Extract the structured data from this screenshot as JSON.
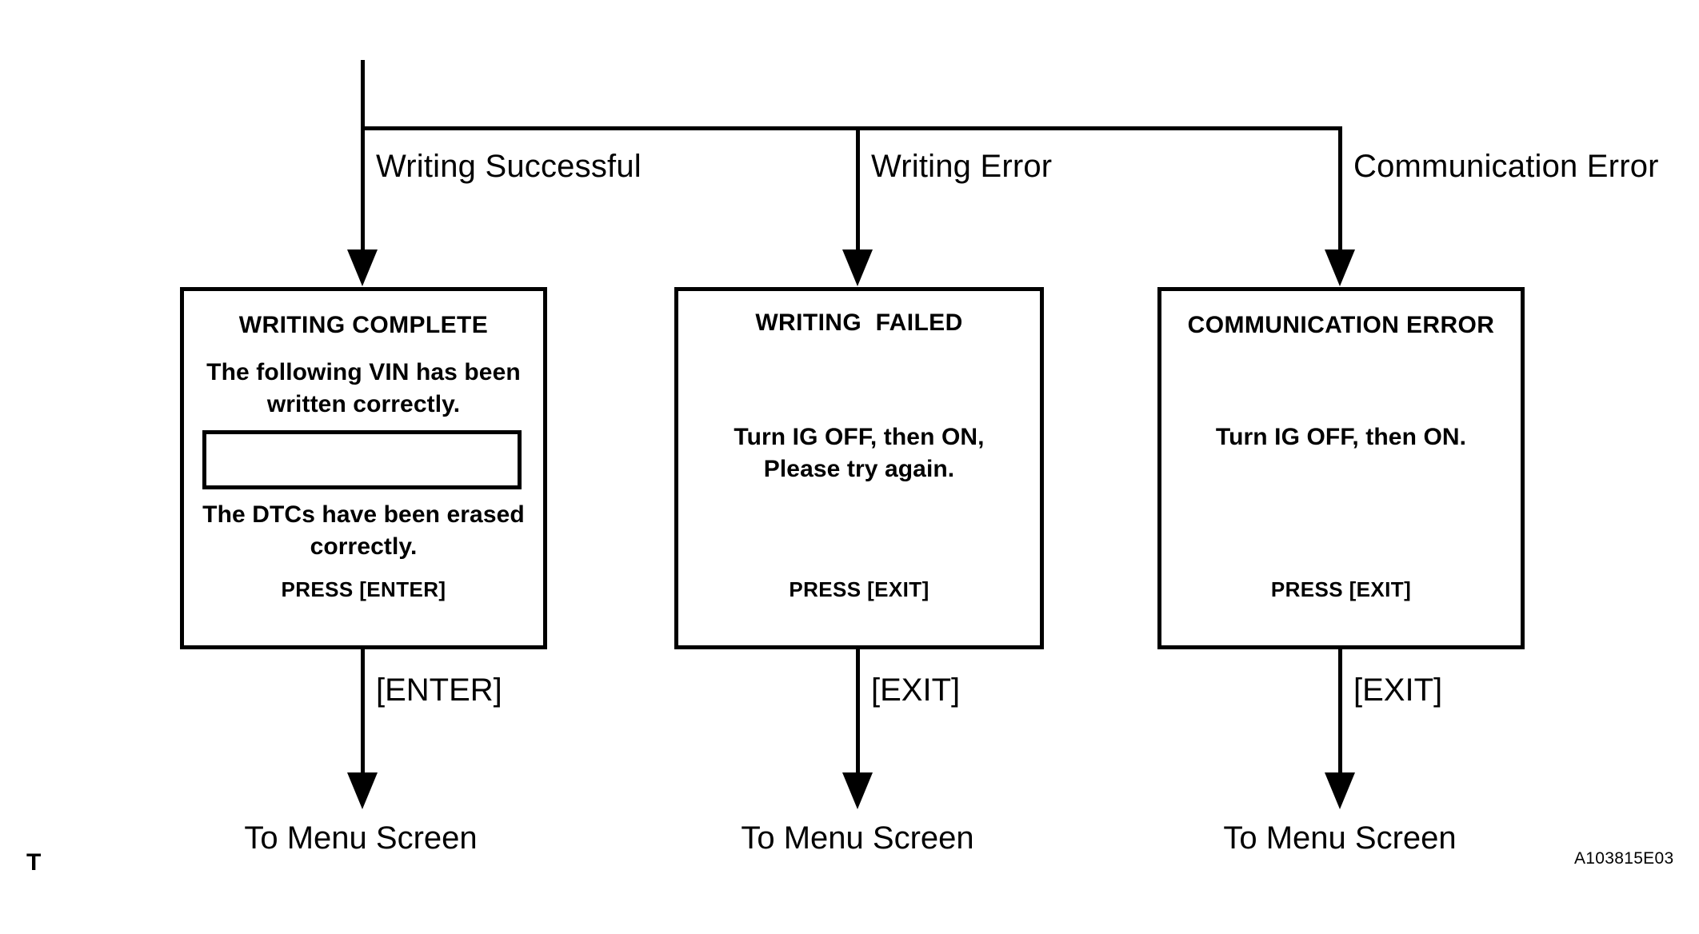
{
  "figure": {
    "corner_mark": "T",
    "reference_code": "A103815E03"
  },
  "flow": {
    "branches": [
      {
        "condition_label": "Writing Successful",
        "screen": {
          "title": "WRITING COMPLETE",
          "body_lines": [
            "The following VIN has been",
            "written correctly."
          ],
          "has_vin_field": true,
          "vin_field_value": "",
          "body_lines_2": [
            "The DTCs have been erased",
            "correctly."
          ],
          "footer": "PRESS [ENTER]"
        },
        "exit_key": "[ENTER]",
        "destination": "To Menu Screen"
      },
      {
        "condition_label": "Writing Error",
        "screen": {
          "title": "WRITING  FAILED",
          "body_lines": [
            "Turn IG OFF, then ON,",
            "Please try again."
          ],
          "has_vin_field": false,
          "footer": "PRESS [EXIT]"
        },
        "exit_key": "[EXIT]",
        "destination": "To Menu Screen"
      },
      {
        "condition_label": "Communication Error",
        "screen": {
          "title": "COMMUNICATION ERROR",
          "body_lines": [
            "Turn IG OFF, then ON."
          ],
          "has_vin_field": false,
          "footer": "PRESS [EXIT]"
        },
        "exit_key": "[EXIT]",
        "destination": "To Menu Screen"
      }
    ]
  },
  "colors": {
    "ink": "#000000",
    "paper": "#ffffff"
  }
}
